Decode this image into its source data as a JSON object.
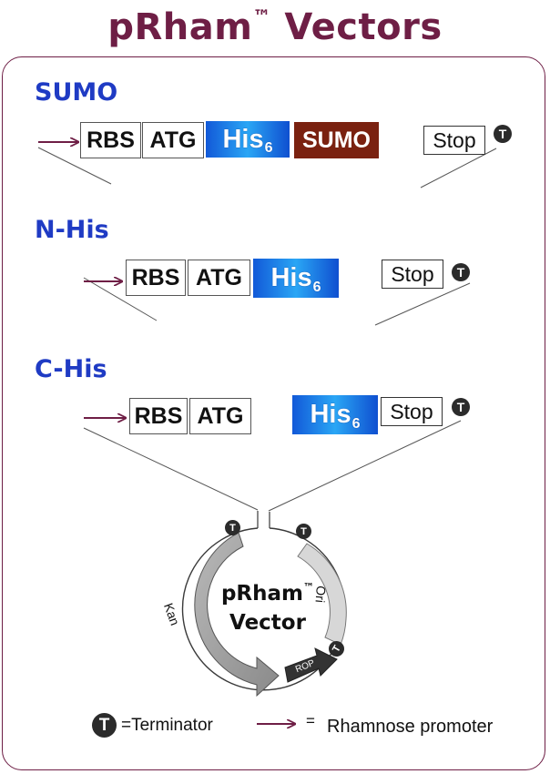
{
  "title": {
    "text": "pRham",
    "tm": "™",
    "suffix": "Vectors"
  },
  "constructs": {
    "sumo": {
      "label": "SUMO",
      "rbs": "RBS",
      "atg": "ATG",
      "his": "His",
      "his_sub": "6",
      "sumo": "SUMO",
      "stop": "Stop",
      "terminator": "T"
    },
    "nhis": {
      "label": "N-His",
      "rbs": "RBS",
      "atg": "ATG",
      "his": "His",
      "his_sub": "6",
      "stop": "Stop",
      "terminator": "T"
    },
    "chis": {
      "label": "C-His",
      "rbs": "RBS",
      "atg": "ATG",
      "his": "His",
      "his_sub": "6",
      "stop": "Stop",
      "terminator": "T"
    }
  },
  "plasmid": {
    "name_line1": "pRham",
    "tm": "™",
    "name_line2": "Vector",
    "segments": {
      "kan": "Kan",
      "ori": "Ori",
      "rop": "ROP"
    },
    "terminator": "T"
  },
  "legend": {
    "terminator_symbol": "T",
    "terminator_text": "=Terminator",
    "promoter_eq": "=",
    "promoter_text": "Rhamnose promoter"
  },
  "colors": {
    "title": "#6e1e45",
    "section_label": "#1f3bc4",
    "promoter_arrow": "#6e1e45",
    "his_tag": "#2aa6f5",
    "sumo_tag": "#7a2110",
    "terminator": "#2b2b2b"
  }
}
